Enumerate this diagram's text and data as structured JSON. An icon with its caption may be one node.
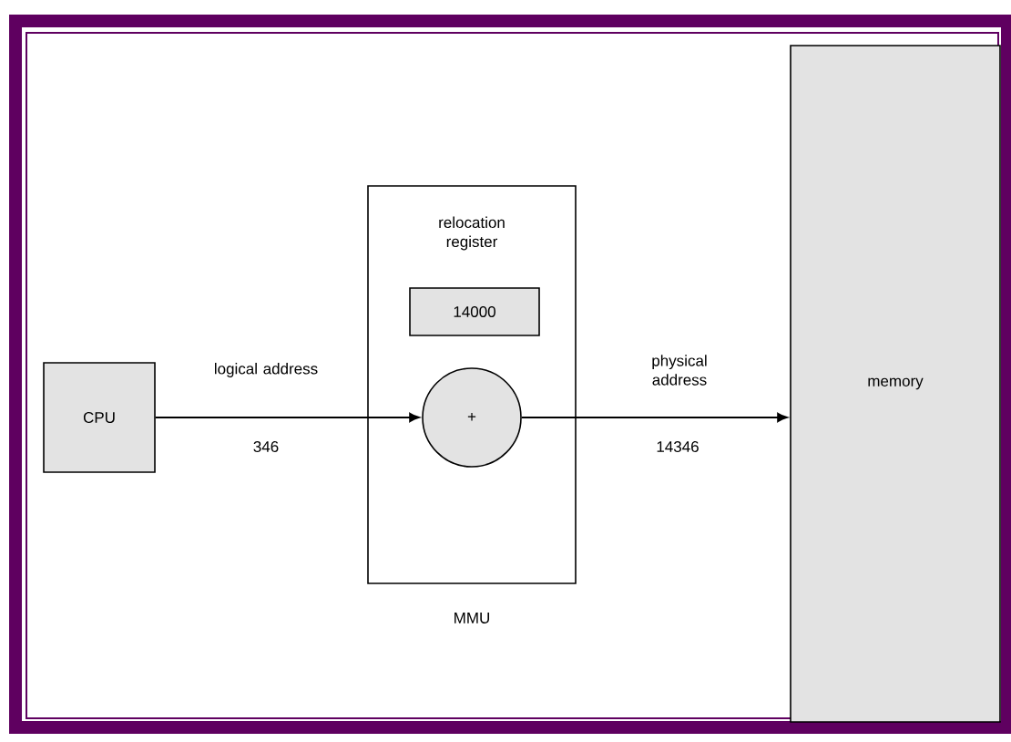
{
  "diagram": {
    "nodes": [
      {
        "text": [
          "CPU"
        ]
      },
      {
        "text": [
          "MMU"
        ]
      },
      {
        "text": [
          "14000"
        ],
        "in": 1,
        "beside": [
          "relocation register"
        ]
      },
      {
        "text": [
          "+"
        ],
        "in": 1
      },
      {
        "text": [
          "memory"
        ]
      }
    ],
    "edges": [
      {
        "from": 0,
        "to": 3,
        "arrow": "to",
        "label": "logical address"
      },
      {
        "from": 3,
        "to": 4,
        "arrow": "to",
        "label": "physical address"
      }
    ],
    "labels": [
      "346",
      "14346"
    ]
  }
}
